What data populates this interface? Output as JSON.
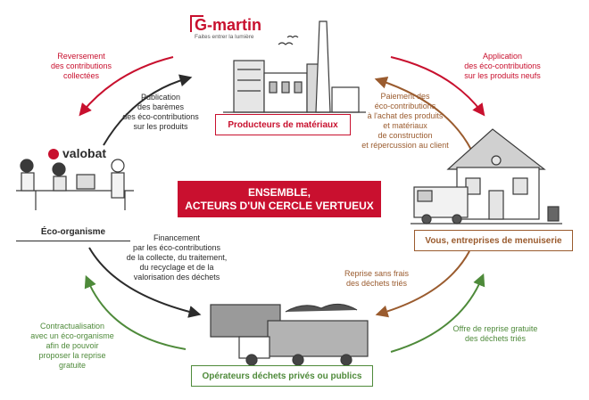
{
  "center": {
    "line1": "ENSEMBLE,",
    "line2": "ACTEURS D'UN CERCLE VERTUEUX"
  },
  "logos": {
    "gmartin": {
      "name": "G-martin",
      "tagline": "Faites entrer la lumière"
    },
    "valobat": {
      "name": "valobat"
    }
  },
  "actors": {
    "producers": "Producteurs de matériaux",
    "eco": "Éco-organisme",
    "menuiserie": "Vous, entreprises de menuiserie",
    "operators": "Opérateurs déchets privés ou publics"
  },
  "flows": {
    "reversement": [
      "Reversement",
      "des contributions",
      "collectées"
    ],
    "publication": [
      "Publication",
      "des barèmes",
      "des éco-contributions",
      "sur les produits"
    ],
    "application": [
      "Application",
      "des éco-contributions",
      "sur les produits neufs"
    ],
    "paiement": [
      "Paiement des",
      "éco-contributions",
      "à l'achat des produits",
      "et matériaux",
      "de construction",
      "et répercussion au client"
    ],
    "financement": [
      "Financement",
      "par les éco-contributions",
      "de la collecte, du traitement,",
      "du recyclage et de la",
      "valorisation des déchets"
    ],
    "contractualisation": [
      "Contractualisation",
      "avec un éco-organisme",
      "afin de pouvoir",
      "proposer la reprise",
      "gratuite"
    ],
    "reprise": [
      "Reprise sans frais",
      "des déchets triés"
    ],
    "offre": [
      "Offre de reprise gratuite",
      "des déchets triés"
    ]
  },
  "colors": {
    "red": "#c8102e",
    "dark": "#2b2b2b",
    "brown": "#9a5b2e",
    "green": "#4e8a3a"
  }
}
